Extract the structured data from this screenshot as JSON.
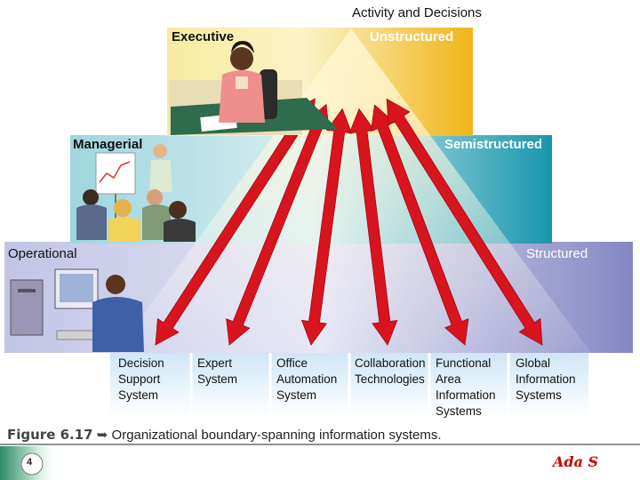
{
  "header": {
    "title": "Activity and Decisions"
  },
  "levels": {
    "executive": {
      "label": "Executive",
      "decision": "Unstructured",
      "color": "#f2c23a"
    },
    "managerial": {
      "label": "Managerial",
      "decision": "Semistructured",
      "color": "#1b9ab0"
    },
    "operational": {
      "label": "Operational",
      "decision": "Structured",
      "color": "#8a8ac6"
    }
  },
  "systems": [
    {
      "label": "Decision\nSupport\nSystem"
    },
    {
      "label": "Expert\nSystem"
    },
    {
      "label": "Office\nAutomation\nSystem"
    },
    {
      "label": "Collaboration\nTechnologies"
    },
    {
      "label": "Functional\nArea\nInformation\nSystems"
    },
    {
      "label": "Global\nInformation\nSystems"
    }
  ],
  "caption": {
    "figure": "Figure 6.17",
    "text": "Organizational boundary-spanning information systems."
  },
  "footer": {
    "page_number": "4",
    "author": "Ada S"
  },
  "colors": {
    "arrow": "#d8141e",
    "accent_border": "#9a9a9a"
  },
  "icons": [
    "executive-illustration",
    "managerial-illustration",
    "operational-illustration",
    "arrow-icon",
    "slide-number-badge"
  ]
}
